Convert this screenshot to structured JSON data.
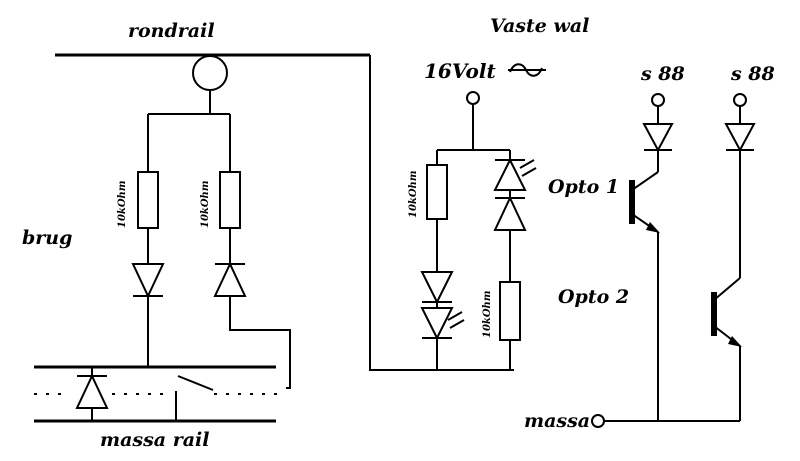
{
  "labels": {
    "rondrail": "rondrail",
    "vaste_wal": "Vaste wal",
    "volt": "16Volt",
    "s88_1": "s 88",
    "s88_2": "s 88",
    "opto1": "Opto 1",
    "opto2": "Opto 2",
    "brug": "brug",
    "massa": "massa",
    "massa_rail": "massa rail"
  },
  "resistors": {
    "r1": "10kOhm",
    "r2": "10kOhm",
    "r3": "10kOhm",
    "r4": "10kOhm"
  },
  "icons": {
    "ac_symbol": "ac-sine-icon",
    "diode": "diode-icon",
    "led": "led-icon",
    "transistor": "npn-transistor-icon",
    "terminal": "terminal-circle-icon",
    "resistor": "resistor-icon",
    "switch": "switch-icon"
  }
}
